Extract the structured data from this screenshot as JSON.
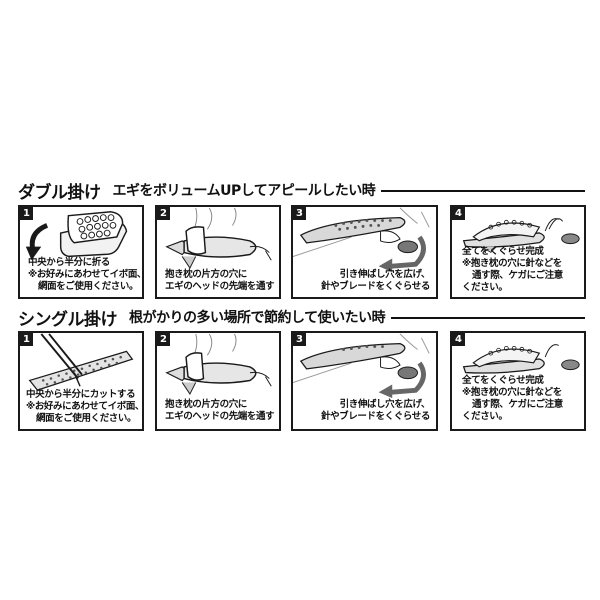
{
  "sections": [
    {
      "title": "ダブル掛け",
      "subtitle": "エギをボリュームUPしてアピールしたい時",
      "steps": [
        {
          "number": "1",
          "illustration": "folding-pad-illustration",
          "lines": [
            "中央から半分に折る",
            "※お好みにあわせてイボ面、",
            "網面をご使用ください。"
          ]
        },
        {
          "number": "2",
          "illustration": "hand-inserting-egi-head-illustration",
          "lines": [
            "抱き枕の片方の穴に",
            "エギのヘッドの先端を通す"
          ]
        },
        {
          "number": "3",
          "illustration": "stretching-hole-over-hook-illustration",
          "lines": [
            "引き伸ばし穴を広げ、",
            "針やブレードをくぐらせる"
          ]
        },
        {
          "number": "4",
          "illustration": "completed-egi-illustration",
          "lines": [
            "全てをくぐらせ完成",
            "※抱き枕の穴に針などを",
            "通す際、ケガにご注意",
            "ください。"
          ]
        }
      ]
    },
    {
      "title": "シングル掛け",
      "subtitle": "根がかりの多い場所で節約して使いたい時",
      "steps": [
        {
          "number": "1",
          "illustration": "cutting-pad-with-scissors-illustration",
          "lines": [
            "中央から半分にカットする",
            "※お好みにあわせてイボ面、",
            "網面をご使用ください。"
          ]
        },
        {
          "number": "2",
          "illustration": "hand-inserting-egi-head-illustration",
          "lines": [
            "抱き枕の片方の穴に",
            "エギのヘッドの先端を通す"
          ]
        },
        {
          "number": "3",
          "illustration": "stretching-hole-over-hook-illustration",
          "lines": [
            "引き伸ばし穴を広げ、",
            "針やブレードをくぐらせる"
          ]
        },
        {
          "number": "4",
          "illustration": "completed-egi-illustration",
          "lines": [
            "全てをくぐらせ完成",
            "※抱き枕の穴に針などを",
            "通す際、ケガにご注意",
            "ください。"
          ]
        }
      ]
    }
  ],
  "colors": {
    "ink": "#1a1a1a",
    "background": "#ffffff",
    "shade": "#9a9a9a"
  }
}
